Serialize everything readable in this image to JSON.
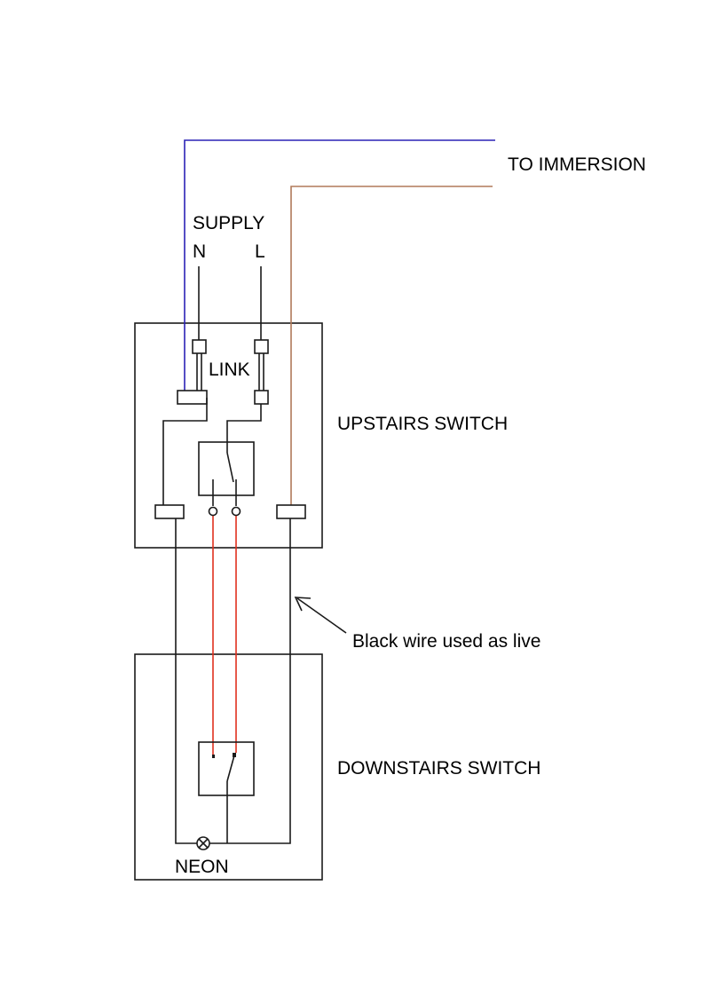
{
  "labels": {
    "to_immersion": "TO IMMERSION",
    "supply": "SUPPLY",
    "neutral": "N",
    "live": "L",
    "link": "LINK",
    "upstairs_switch": "UPSTAIRS SWITCH",
    "downstairs_switch": "DOWNSTAIRS SWITCH",
    "black_wire_note": "Black wire used as live",
    "neon": "NEON"
  },
  "colors": {
    "neutral_wire": "#2b22b5",
    "immersion_live_wire": "#b07a5a",
    "strapper_wire": "#e0301e",
    "black_wire": "#1a1a1a"
  }
}
